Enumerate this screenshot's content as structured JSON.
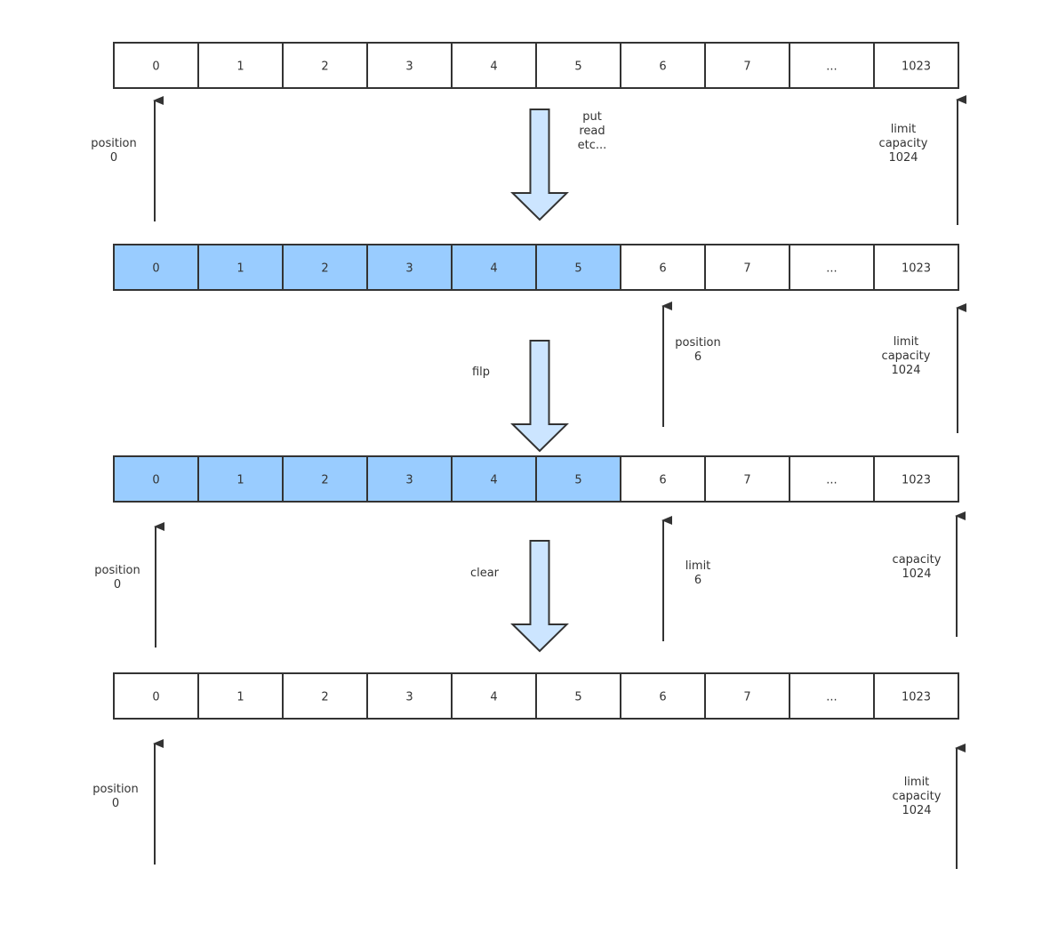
{
  "colors": {
    "highlight_fill": "#99ccff",
    "cell_fill": "#ffffff",
    "stroke": "#333333",
    "transition_arrow_fill": "#cce5ff"
  },
  "rows": [
    {
      "cells": [
        "0",
        "1",
        "2",
        "3",
        "4",
        "5",
        "6",
        "7",
        "...",
        "1023"
      ],
      "filled": []
    },
    {
      "cells": [
        "0",
        "1",
        "2",
        "3",
        "4",
        "5",
        "6",
        "7",
        "...",
        "1023"
      ],
      "filled": [
        0,
        1,
        2,
        3,
        4,
        5
      ]
    },
    {
      "cells": [
        "0",
        "1",
        "2",
        "3",
        "4",
        "5",
        "6",
        "7",
        "...",
        "1023"
      ],
      "filled": [
        0,
        1,
        2,
        3,
        4,
        5
      ]
    },
    {
      "cells": [
        "0",
        "1",
        "2",
        "3",
        "4",
        "5",
        "6",
        "7",
        "...",
        "1023"
      ],
      "filled": []
    }
  ],
  "pointers": [
    {
      "id": "p1-position",
      "lines": [
        "position",
        "0"
      ]
    },
    {
      "id": "p1-limit-capacity",
      "lines": [
        "limit",
        "capacity",
        "1024"
      ]
    },
    {
      "id": "p2-position",
      "lines": [
        "position",
        "6"
      ]
    },
    {
      "id": "p2-limit-capacity",
      "lines": [
        "limit",
        "capacity",
        "1024"
      ]
    },
    {
      "id": "p3-position",
      "lines": [
        "position",
        "0"
      ]
    },
    {
      "id": "p3-limit",
      "lines": [
        "limit",
        "6"
      ]
    },
    {
      "id": "p3-capacity",
      "lines": [
        "capacity",
        "1024"
      ]
    },
    {
      "id": "p4-position",
      "lines": [
        "position",
        "0"
      ]
    },
    {
      "id": "p4-limit-capacity",
      "lines": [
        "limit",
        "capacity",
        "1024"
      ]
    }
  ],
  "transitions": [
    {
      "id": "put",
      "lines": [
        "put",
        "read",
        "etc..."
      ]
    },
    {
      "id": "flip",
      "lines": [
        "filp"
      ]
    },
    {
      "id": "clear",
      "lines": [
        "clear"
      ]
    }
  ]
}
